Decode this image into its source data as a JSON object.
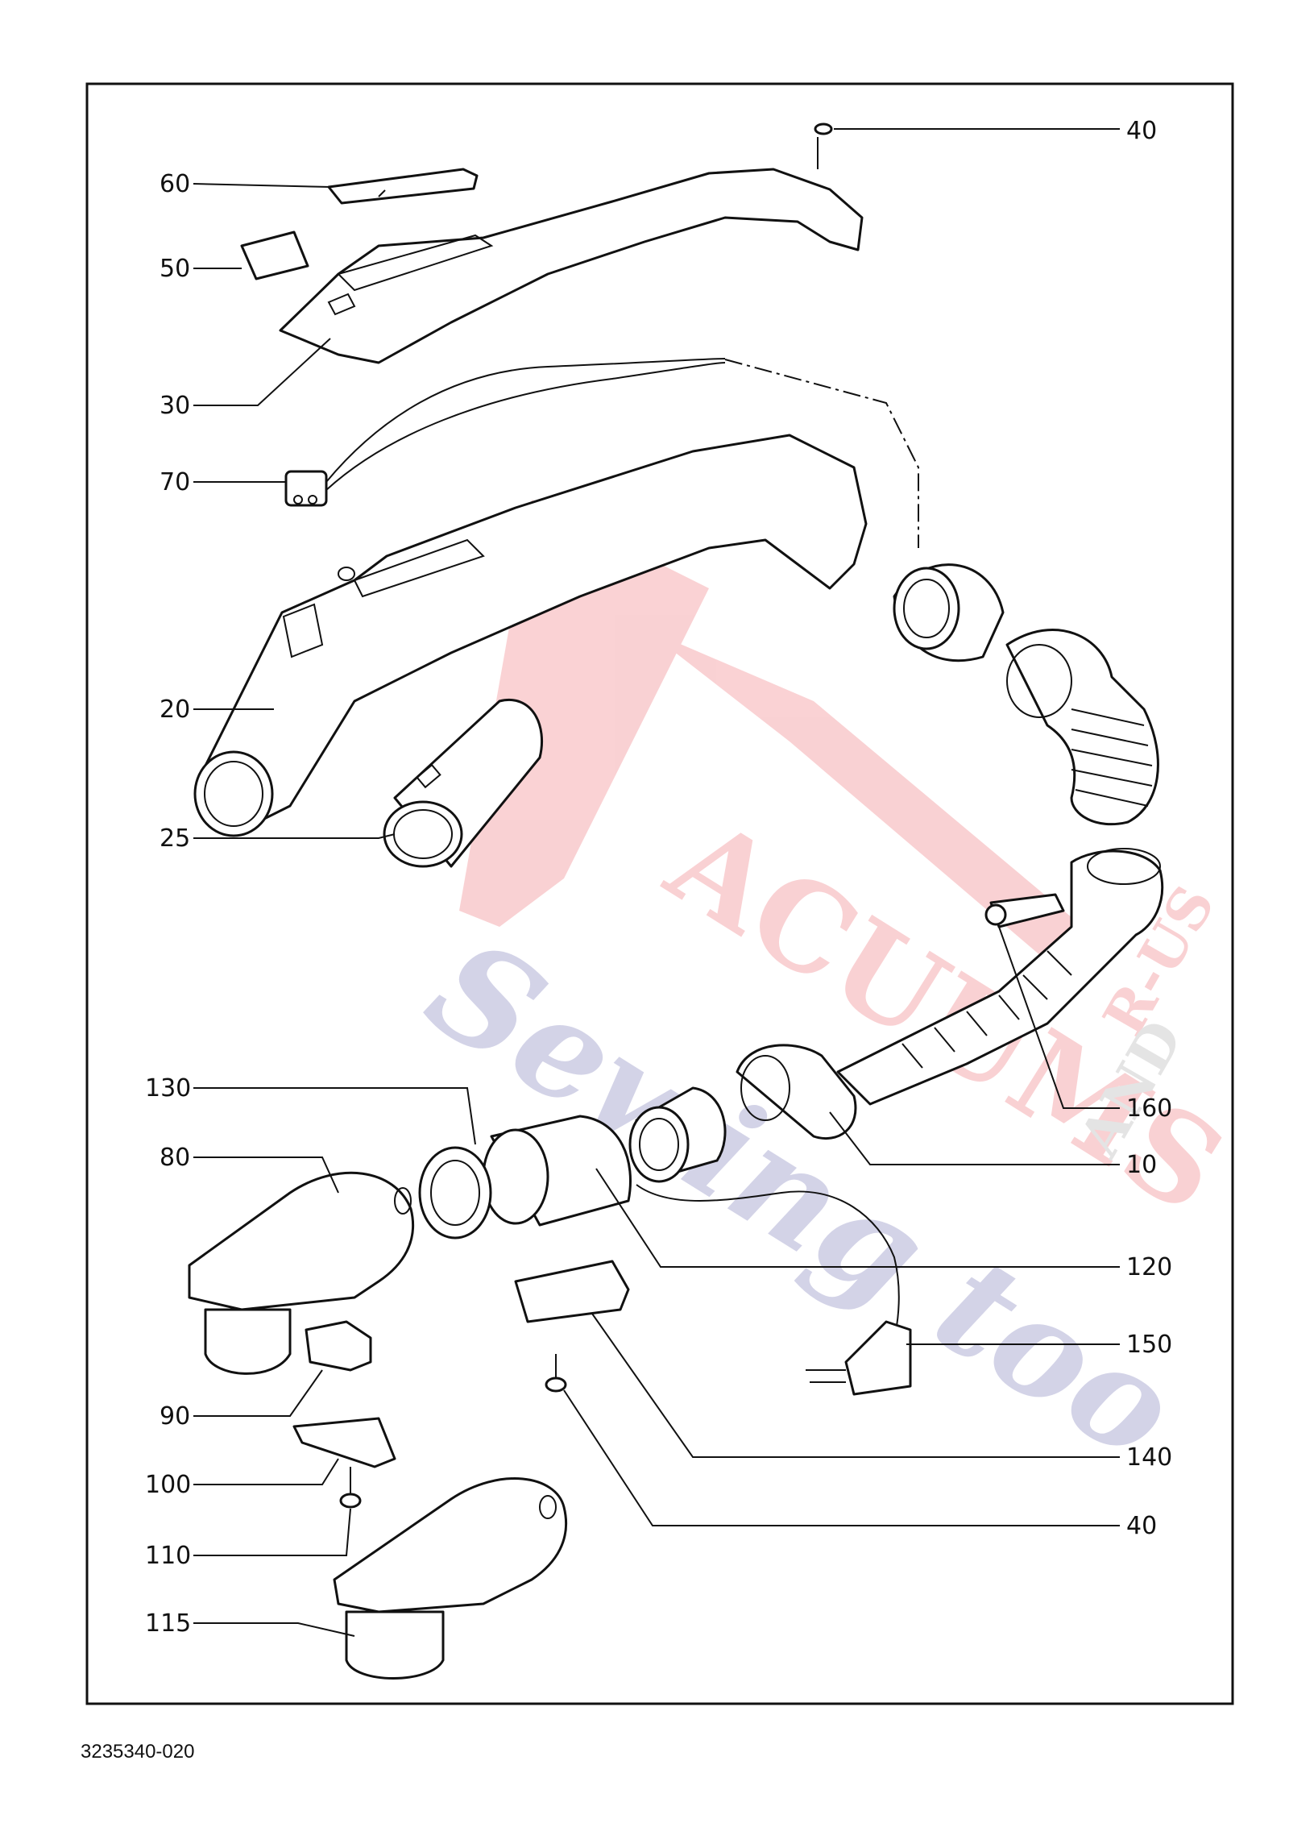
{
  "labels": {
    "p40a": "40",
    "p60": "60",
    "p50": "50",
    "p30": "30",
    "p70": "70",
    "p20": "20",
    "p25": "25",
    "p130": "130",
    "p80": "80",
    "p160": "160",
    "p10": "10",
    "p120": "120",
    "p150": "150",
    "p90": "90",
    "p140": "140",
    "p100": "100",
    "p40b": "40",
    "p110": "110",
    "p115": "115"
  },
  "watermark": {
    "line1": "ACUUMS",
    "line2": "Sewing too",
    "line3": "R-US",
    "line4": "AND",
    "red": "#e8343c",
    "blue": "#3c3c96"
  },
  "drawing_number": "3235340-020"
}
